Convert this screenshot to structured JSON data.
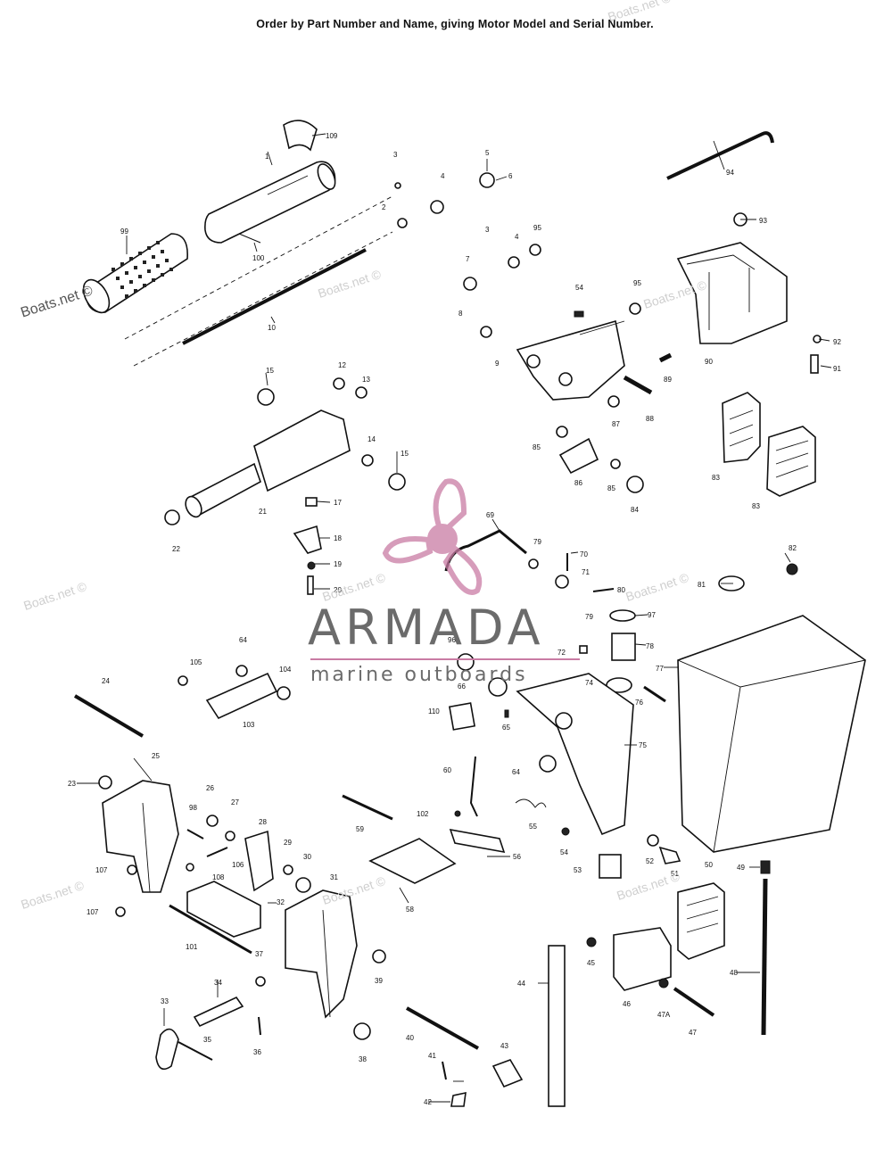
{
  "header": "Order by Part Number and Name, giving Motor Model and Serial Number.",
  "watermarks": [
    "Boats.net ©",
    "Boats.net ©",
    "Boats.net ©",
    "Boats.net ©",
    "Boats.net ©",
    "Boats.net ©",
    "Boats.net ©",
    "Boats.net ©",
    "Boats.net ©",
    "Boats.net ©"
  ],
  "brand": {
    "name": "ARMADA",
    "tagline": "marine outboards",
    "accent": "#c97ba4"
  },
  "part_labels": [
    "109",
    "1",
    "99",
    "100",
    "10",
    "2",
    "3",
    "4",
    "5",
    "6",
    "7",
    "8",
    "9",
    "3",
    "4",
    "95",
    "94",
    "93",
    "92",
    "91",
    "90",
    "89",
    "88",
    "87",
    "86",
    "85",
    "85",
    "84",
    "83",
    "83",
    "82",
    "81",
    "54",
    "95",
    "15",
    "12",
    "13",
    "14",
    "15",
    "21",
    "22",
    "17",
    "18",
    "19",
    "20",
    "69",
    "79",
    "70",
    "71",
    "80",
    "79",
    "97",
    "78",
    "96",
    "66",
    "65",
    "72",
    "74",
    "76",
    "77",
    "110",
    "75",
    "64",
    "60",
    "102",
    "55",
    "56",
    "54",
    "52",
    "51",
    "49",
    "53",
    "50",
    "59",
    "58",
    "24",
    "25",
    "23",
    "26",
    "98",
    "27",
    "28",
    "29",
    "30",
    "105",
    "64",
    "104",
    "103",
    "107",
    "107",
    "106",
    "108",
    "32",
    "101",
    "37",
    "31",
    "39",
    "33",
    "34",
    "35",
    "36",
    "38",
    "40",
    "41",
    "42",
    "43",
    "44",
    "45",
    "46",
    "47A",
    "47",
    "48"
  ]
}
